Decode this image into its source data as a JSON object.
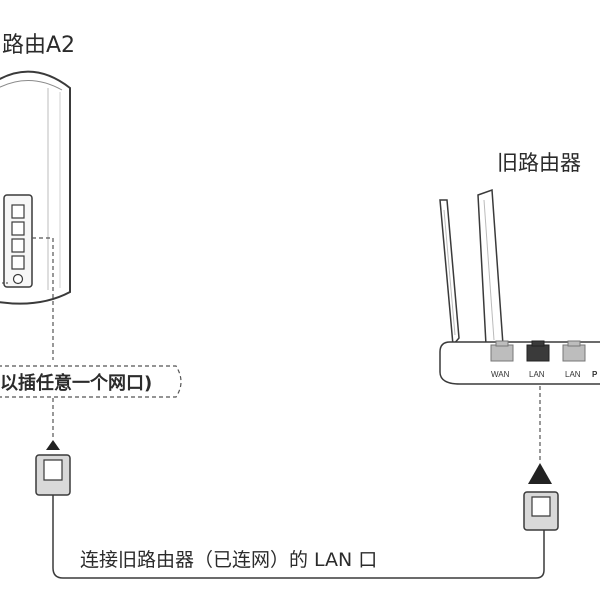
{
  "new_router": {
    "label": "路由A2",
    "callout": "以插任意一个网口)"
  },
  "old_router": {
    "label": "旧路由器",
    "ports": [
      "WAN",
      "LAN",
      "LAN",
      "P"
    ]
  },
  "cable": {
    "label": "连接旧路由器（已连网）的 LAN 口"
  }
}
